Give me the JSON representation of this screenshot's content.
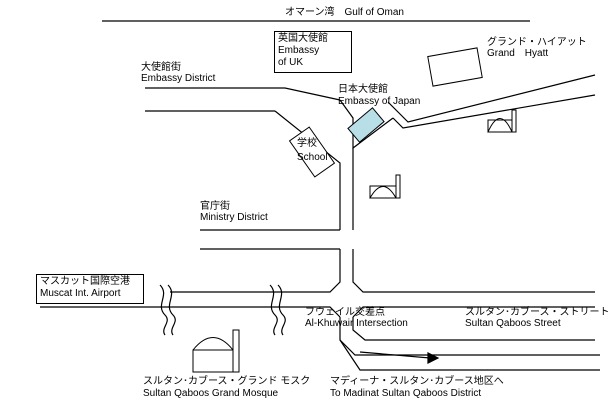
{
  "gulf_label": "オマーン湾　Gulf of Oman",
  "uk_embassy": {
    "ja": "英国大使館",
    "en_line1": "Embassy",
    "en_line2": "of UK"
  },
  "embassy_district": {
    "ja": "大使館街",
    "en": "Embassy District"
  },
  "grand_hyatt": {
    "ja": "グランド・ハイアット",
    "en": "Grand　Hyatt"
  },
  "japan_embassy": {
    "ja": "日本大使館",
    "en": "Embassy of Japan"
  },
  "school": {
    "ja": "学校",
    "en": "School"
  },
  "ministry_district": {
    "ja": "官庁街",
    "en": "Ministry District"
  },
  "airport": {
    "ja": "マスカット国際空港",
    "en": "Muscat Int. Airport"
  },
  "intersection": {
    "ja": "フウェイル交差点",
    "en": "Al-Khuwair Intersection"
  },
  "qaboos_street": {
    "ja": "スルタン･カブース・ストリート",
    "en": "Sultan Qaboos Street"
  },
  "grand_mosque": {
    "ja": "スルタン･カブース・グランド モスク",
    "en": "Sultan Qaboos Grand Mosque"
  },
  "madinat": {
    "ja": "マディーナ・スルタン･カブース地区へ",
    "en": "To Madinat Sultan Qaboos District"
  },
  "colors": {
    "line": "#000000",
    "japan_fill": "#b8dfe8",
    "background": "#ffffff"
  }
}
